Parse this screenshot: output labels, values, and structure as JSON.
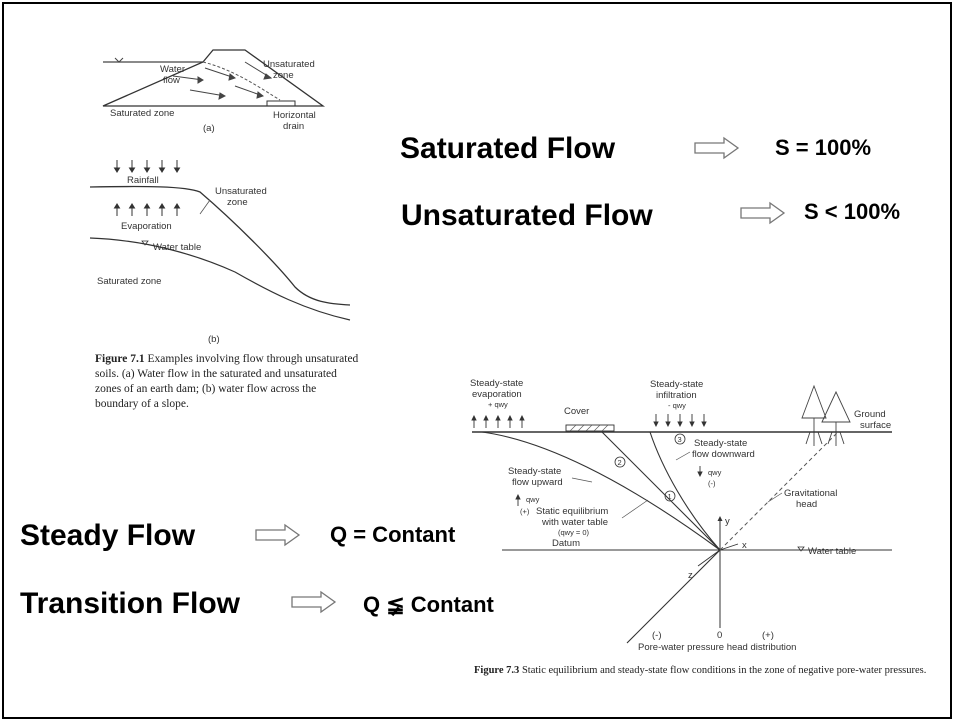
{
  "definitions": [
    {
      "term": "Saturated Flow",
      "condition": "S = 100%"
    },
    {
      "term": "Unsaturated Flow",
      "condition": "S < 100%"
    },
    {
      "term": "Steady Flow",
      "condition": "Q = Contant"
    },
    {
      "term": "Transition Flow",
      "condition": "Q ≨ Contant"
    }
  ],
  "figure_7_1": {
    "panel_a": {
      "labels": {
        "water_flow_1": "Water",
        "water_flow_2": "flow",
        "unsaturated_1": "Unsaturated",
        "unsaturated_2": "zone",
        "saturated": "Saturated zone",
        "drain_1": "Horizontal",
        "drain_2": "drain",
        "tag": "(a)"
      }
    },
    "panel_b": {
      "labels": {
        "rainfall": "Rainfall",
        "unsaturated_1": "Unsaturated",
        "unsaturated_2": "zone",
        "evaporation": "Evaporation",
        "water_table": "Water table",
        "saturated": "Saturated zone",
        "tag": "(b)"
      }
    },
    "caption_label": "Figure 7.1",
    "caption_text": "Examples involving flow through unsaturated soils. (a) Water flow in the saturated and unsaturated zones of an earth dam; (b) water flow across the boundary of a slope."
  },
  "figure_7_3": {
    "labels": {
      "evap_1": "Steady-state",
      "evap_2": "evaporation",
      "evap_3": "+ qwy",
      "infil_1": "Steady-state",
      "infil_2": "infiltration",
      "infil_3": "- qwy",
      "cover": "Cover",
      "ground_1": "Ground",
      "ground_2": "surface",
      "down_1": "Steady-state",
      "down_2": "flow downward",
      "down_q": "qwy",
      "down_sign": "(-)",
      "up_1": "Steady-state",
      "up_2": "flow upward",
      "up_q": "qwy",
      "up_sign": "(+)",
      "static_1": "Static equilibrium",
      "static_2": "with water table",
      "static_3": "(qwy = 0)",
      "grav_1": "Gravitational",
      "grav_2": "head",
      "datum": "Datum",
      "y_axis": "y",
      "x_axis": "x",
      "z_axis": "z",
      "water_table": "Water table",
      "minus": "(-)",
      "zero": "0",
      "plus": "(+)",
      "axis_title": "Pore-water pressure head distribution",
      "curve_1": "1",
      "curve_2": "2",
      "curve_3": "3"
    },
    "caption_label": "Figure 7.3",
    "caption_text": "Static equilibrium and steady-state flow conditions in the zone of negative pore-water pressures."
  }
}
